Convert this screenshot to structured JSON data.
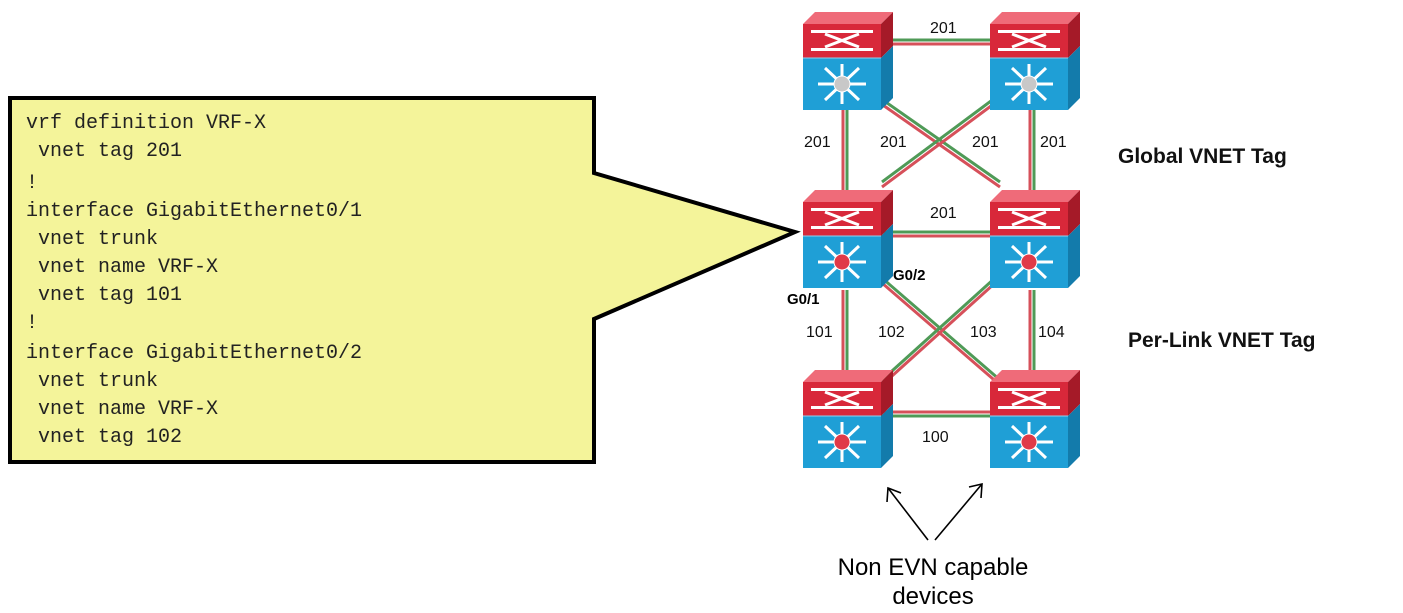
{
  "config_lines": [
    "vrf definition VRF-X",
    " vnet tag 201",
    "!",
    "interface GigabitEthernet0/1",
    " vnet trunk",
    " vnet name VRF-X",
    " vnet tag 101",
    "!",
    "interface GigabitEthernet0/2",
    " vnet trunk",
    " vnet name VRF-X",
    " vnet tag 102"
  ],
  "link_labels": {
    "core_top": "201",
    "core_left": "201",
    "cross_left": "201",
    "cross_right": "201",
    "core_right": "201",
    "dist_middle": "201",
    "access_left": "101",
    "access_cross_left": "102",
    "access_cross_right": "103",
    "access_right": "104",
    "access_bottom": "100"
  },
  "port_labels": {
    "g01": "G0/1",
    "g02": "G0/2"
  },
  "side_labels": {
    "global": "Global VNET Tag",
    "per_link": "Per-Link VNET Tag"
  },
  "caption": {
    "line1": "Non EVN capable",
    "line2": "devices"
  },
  "colors": {
    "callout_fill": "#f4f49a",
    "switch_red": "#d8283a",
    "switch_blue": "#1f9fd6",
    "link_red": "#d6505a",
    "link_green": "#4f9a57"
  }
}
